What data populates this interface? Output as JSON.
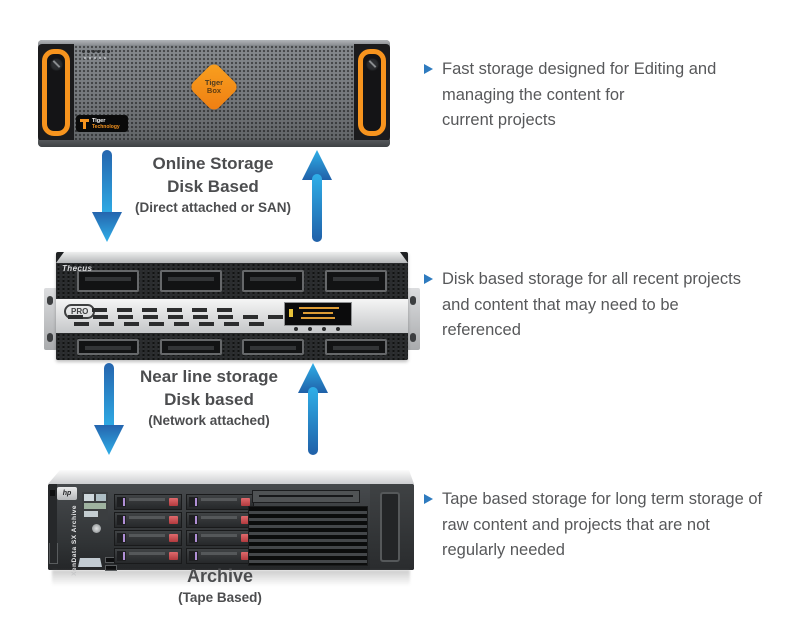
{
  "palette": {
    "background": "#ffffff",
    "arrow_gradient_dark": "#2060a8",
    "arrow_gradient_light": "#2fafe8",
    "bullet_marker_color": "#2e7bbf",
    "body_text_color": "#57585a",
    "label_text_color": "#4c4d4f",
    "tiger_orange": "#f7941e"
  },
  "bullet_marker": {
    "shape": "triangle-right"
  },
  "bullets": [
    {
      "text": "Fast storage designed for Editing and\nmanaging the content for\ncurrent projects"
    },
    {
      "text": "Disk based storage for all recent projects\nand content that may need to be\nreferenced"
    },
    {
      "text": "Tape based storage for long term storage of\nraw content and projects that are not\nregularly needed"
    }
  ],
  "labels": {
    "tier1": {
      "line1": "Online Storage",
      "line2": "Disk Based",
      "line3": "(Direct attached or SAN)"
    },
    "tier2": {
      "line1": "Near line storage",
      "line2": "Disk based",
      "line3": "(Network attached)"
    },
    "tier3": {
      "line1": "Archive",
      "line2": "(Tape Based)"
    }
  },
  "devices": {
    "tiger": {
      "diamond_top": "Tiger",
      "diamond_bottom": "Box",
      "badge_top": "Tiger",
      "badge_bottom": "Technology"
    },
    "thecus": {
      "brand": "Thecus",
      "badge": "PRO"
    },
    "hp": {
      "logo": "hp",
      "side_label": "XenData SX Archive"
    }
  }
}
